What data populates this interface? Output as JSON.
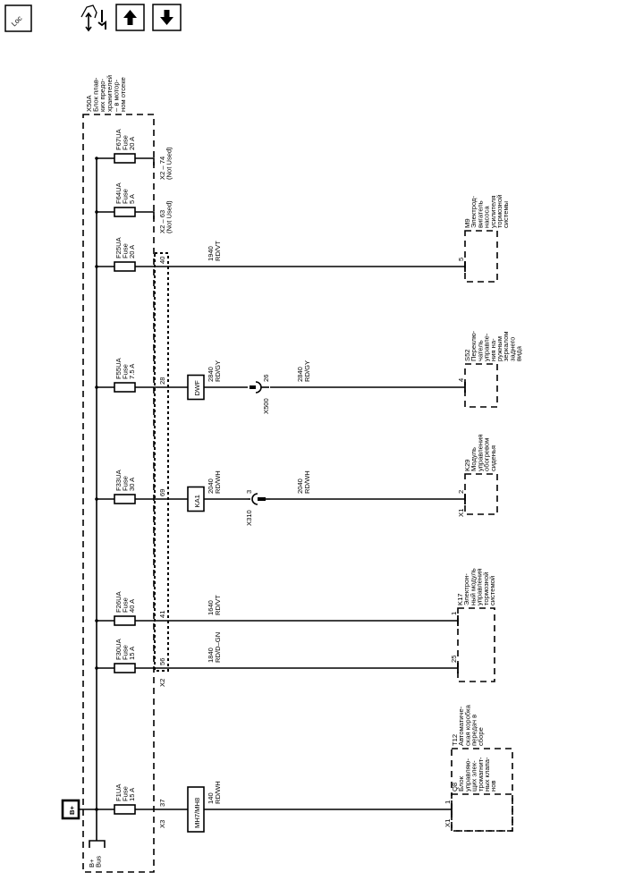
{
  "toolbar": {
    "loc_label": "Loc",
    "icons": [
      "loc-icon",
      "tools-icon",
      "arrow-up-icon",
      "arrow-down-icon"
    ]
  },
  "fuse_block": {
    "label": [
      "X50A",
      "Блок плав-",
      "ких предо-",
      "хранителей",
      "– в мотор-",
      "ном отсеке"
    ],
    "bus_label": [
      "B+",
      "Bus"
    ],
    "power_label": "B+",
    "x2_label": "X2",
    "x3_label": "X3"
  },
  "circuits": [
    {
      "fuse": [
        "F67UA",
        "Fuse",
        "20 A"
      ],
      "stub_label": [
        "X2 – 74",
        "(Not Used)"
      ]
    },
    {
      "fuse": [
        "F64UA",
        "Fuse",
        "5 A"
      ],
      "stub_label": [
        "X2 – 63",
        "(Not Used)"
      ]
    },
    {
      "fuse": [
        "F25UA",
        "Fuse",
        "20 A"
      ],
      "pin": "40",
      "wire1": [
        "1940",
        "RD/VT"
      ],
      "end_pin": "5"
    },
    {
      "fuse": [
        "F55UA",
        "Fuse",
        "7.5 A"
      ],
      "pin": "28",
      "inline": "DWF",
      "wire1": [
        "2840",
        "RD/GY"
      ],
      "connector": {
        "name": "X500",
        "pin": "26"
      },
      "wire2": [
        "2840",
        "RD/GY"
      ],
      "end_pin": "4"
    },
    {
      "fuse": [
        "F33UA",
        "Fuse",
        "30 A"
      ],
      "pin": "69",
      "inline": "KA1",
      "wire1": [
        "2040",
        "RD/WH"
      ],
      "connector": {
        "name": "X310",
        "pin": "3"
      },
      "wire2": [
        "2040",
        "RD/WH"
      ],
      "end_pin": "2",
      "end_conn": "X1"
    },
    {
      "fuse": [
        "F26UA",
        "Fuse",
        "40 A"
      ],
      "pin": "41",
      "wire1": [
        "1640",
        "RD/VT"
      ],
      "end_pin": "1"
    },
    {
      "fuse": [
        "F30UA",
        "Fuse",
        "15 A"
      ],
      "pin": "56",
      "wire1": [
        "1840",
        "RD/D–GN"
      ],
      "end_pin": "25"
    },
    {
      "fuse": [
        "F1UA",
        "Fuse",
        "15 A"
      ],
      "pin": "37",
      "inline": "MH7/MH8",
      "wire1": [
        "140",
        "RD/WH"
      ],
      "end_pin": "1",
      "end_conn": "X1"
    }
  ],
  "components": [
    {
      "id": "m9",
      "label": [
        "M9",
        "Электрод-",
        "вигатель",
        "насоса",
        "усилителя",
        "тормозной",
        "системы"
      ]
    },
    {
      "id": "s52",
      "label": [
        "S52",
        "Переклю-",
        "чатель",
        "управле-",
        "ния на-",
        "ружным",
        "зеркалом",
        "заднего",
        "вида"
      ]
    },
    {
      "id": "k29",
      "label": [
        "K29",
        "Модуль",
        "управления",
        "обогревом",
        "сиденья"
      ]
    },
    {
      "id": "k17",
      "label": [
        "K17",
        "Электрон-",
        "ный модуль",
        "управления",
        "тормозной",
        "системой"
      ]
    },
    {
      "id": "t12",
      "label": [
        "T12",
        "Автоматиче-",
        "ская коробка",
        "передач в",
        "сборе"
      ]
    },
    {
      "id": "q8",
      "label": [
        "Q8",
        "Блок",
        "управляю-",
        "щих элек-",
        "тромагнит-",
        "ных клапа-",
        "нов"
      ]
    }
  ]
}
